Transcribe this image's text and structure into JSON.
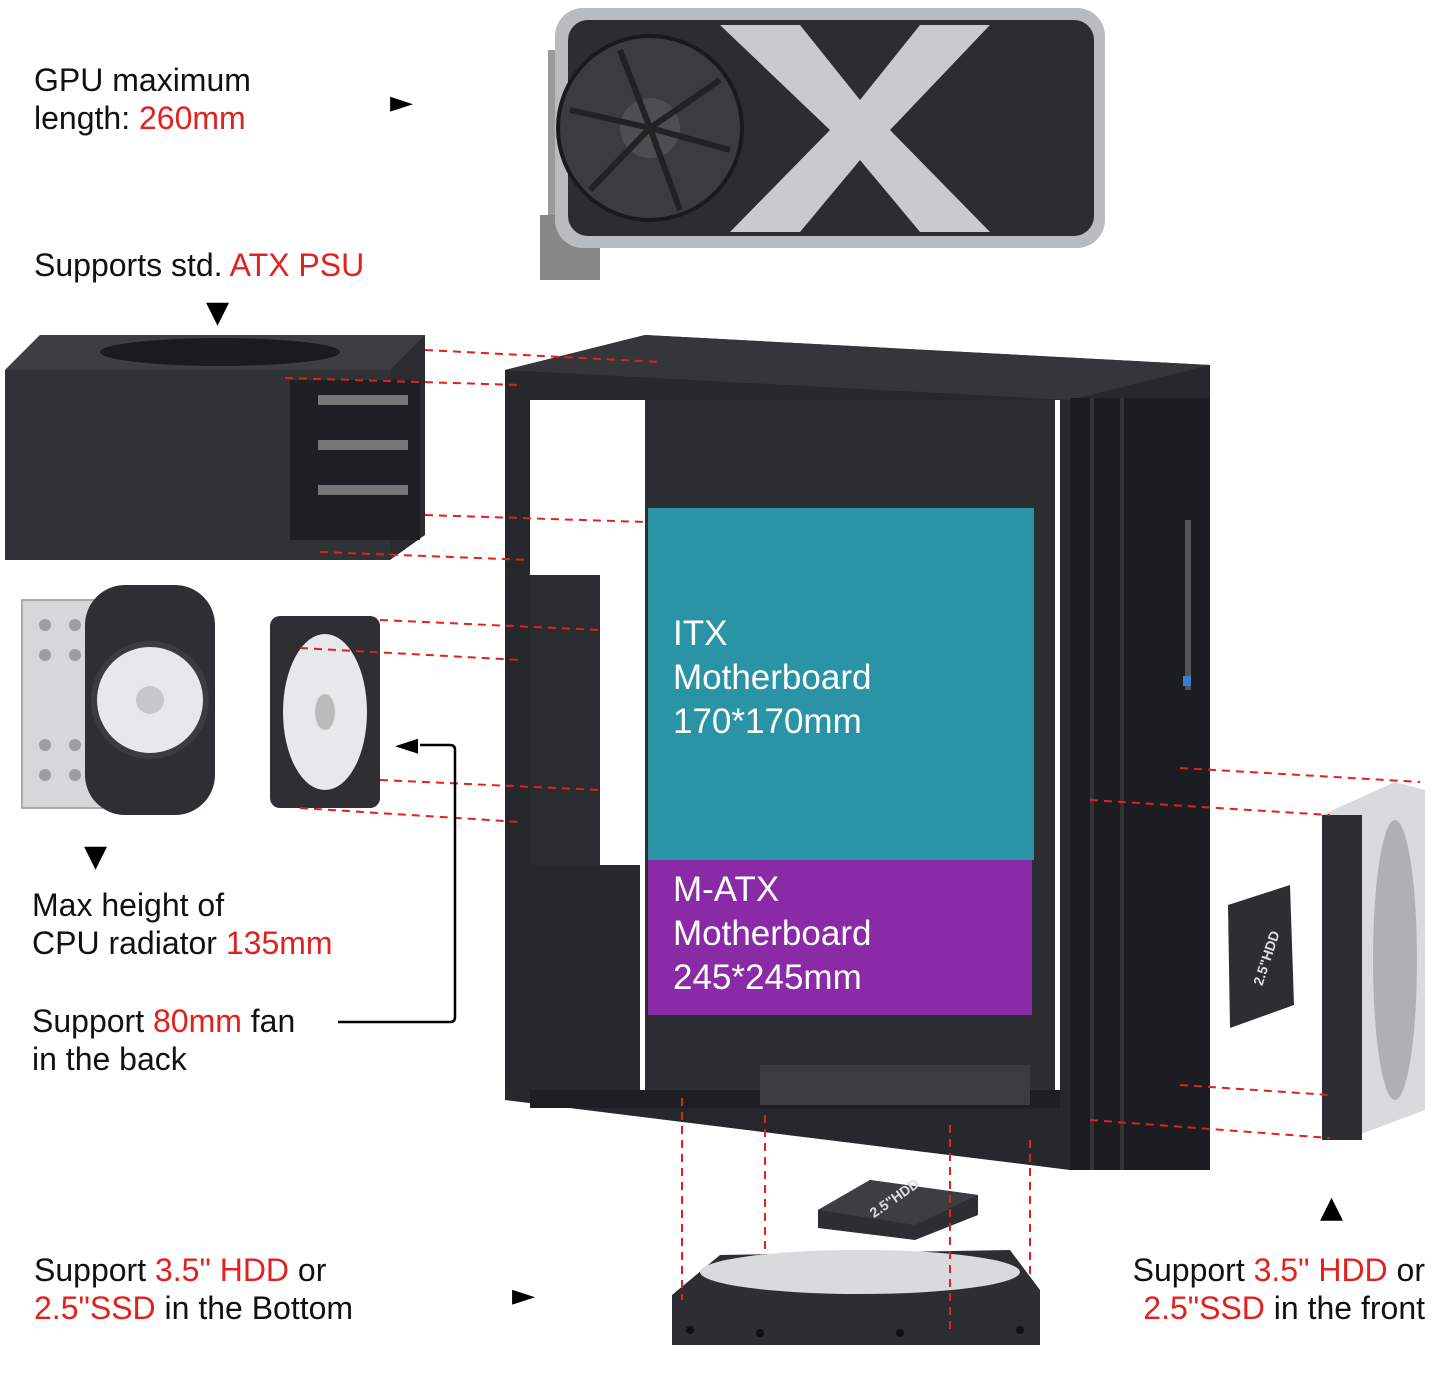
{
  "labels": {
    "gpu": {
      "line1": "GPU maximum",
      "line2_prefix": "length: ",
      "line2_value": "260mm"
    },
    "psu": {
      "prefix": "Supports std. ",
      "value": "ATX PSU"
    },
    "cpu": {
      "line1": "Max height of",
      "line2_prefix": "CPU radiator ",
      "line2_value": "135mm"
    },
    "fan": {
      "line1_prefix": "Support ",
      "line1_value": "80mm",
      "line1_suffix": " fan",
      "line2": "in the back"
    },
    "bottom": {
      "prefix": "Support ",
      "value1": "3.5\" HDD",
      "mid": " or",
      "value2": "2.5\"SSD",
      "suffix": " in the Bottom"
    },
    "front": {
      "prefix": "Support ",
      "value1": "3.5\" HDD",
      "mid": " or",
      "value2": "2.5\"SSD",
      "suffix": " in the front"
    }
  },
  "boards": {
    "itx": {
      "line1": "ITX",
      "line2": "Motherboard",
      "line3": "170*170mm"
    },
    "matx": {
      "line1": "M-ATX",
      "line2": "Motherboard",
      "line3": "245*245mm"
    }
  },
  "drive_tags": {
    "ssd": "2.5\"HDD"
  },
  "arrows": {
    "right": "►",
    "left": "◄",
    "down": "▼",
    "up": "▲"
  },
  "colors": {
    "highlight": "#e3211c",
    "itx_board": "#2a94a6",
    "matx_board": "#8a2aa6",
    "case": "#222428",
    "guide_line": "#e3211c"
  }
}
